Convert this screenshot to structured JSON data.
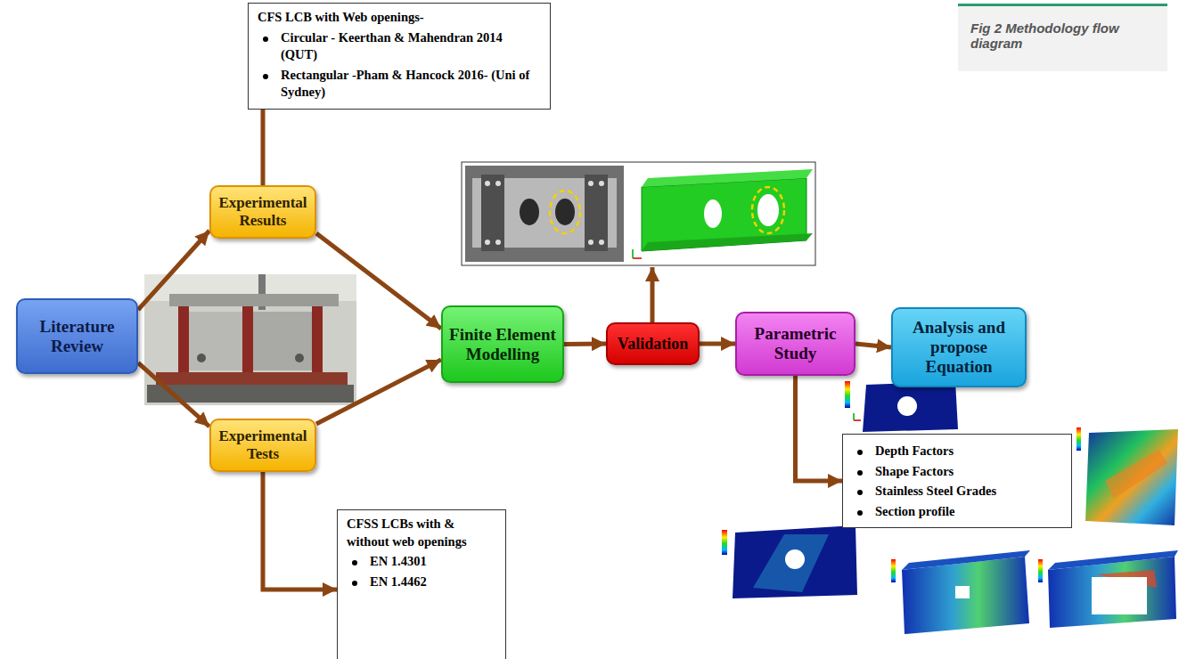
{
  "diagram": {
    "caption": "Fig 2 Methodology flow diagram",
    "nodes": [
      {
        "text": [
          "Literature Review"
        ]
      },
      {
        "text": [
          "Experimental Results"
        ]
      },
      {
        "text": [
          "CFS LCB with Web openings-",
          "Circular - Keerthan & Mahendran 2014 (QUT)",
          "Rectangular -Pham & Hancock 2016- (Uni of Sydney)"
        ]
      },
      {
        "text": [
          "Experimental Tests"
        ]
      },
      {
        "text": [
          "CFSS LCBs with & without web openings",
          "EN 1.4301",
          "EN 1.4462"
        ]
      },
      {
        "text": [
          "Finite Element Modelling"
        ]
      },
      {
        "text": [
          "Validation"
        ]
      },
      {
        "text": [
          "Parametric Study"
        ]
      },
      {
        "text": [
          "Depth Factors",
          "Shape Factors",
          "Stainless Steel Grades",
          "Section profile"
        ]
      },
      {
        "text": [
          "Analysis and propose Equation"
        ]
      }
    ],
    "edges": [
      {
        "from": 0,
        "to": 1,
        "arrow": "to"
      },
      {
        "from": 0,
        "to": 3,
        "arrow": "to"
      },
      {
        "from": 1,
        "to": 2,
        "arrow": "to"
      },
      {
        "from": 1,
        "to": 5,
        "arrow": "to"
      },
      {
        "from": 3,
        "to": 5,
        "arrow": "to"
      },
      {
        "from": 3,
        "to": 4,
        "arrow": "to"
      },
      {
        "from": 5,
        "to": 6,
        "arrow": "to"
      },
      {
        "from": 6,
        "to": 7,
        "arrow": "to"
      },
      {
        "from": 7,
        "to": 9,
        "arrow": "to"
      },
      {
        "from": 7,
        "to": 8,
        "arrow": "to"
      }
    ]
  }
}
